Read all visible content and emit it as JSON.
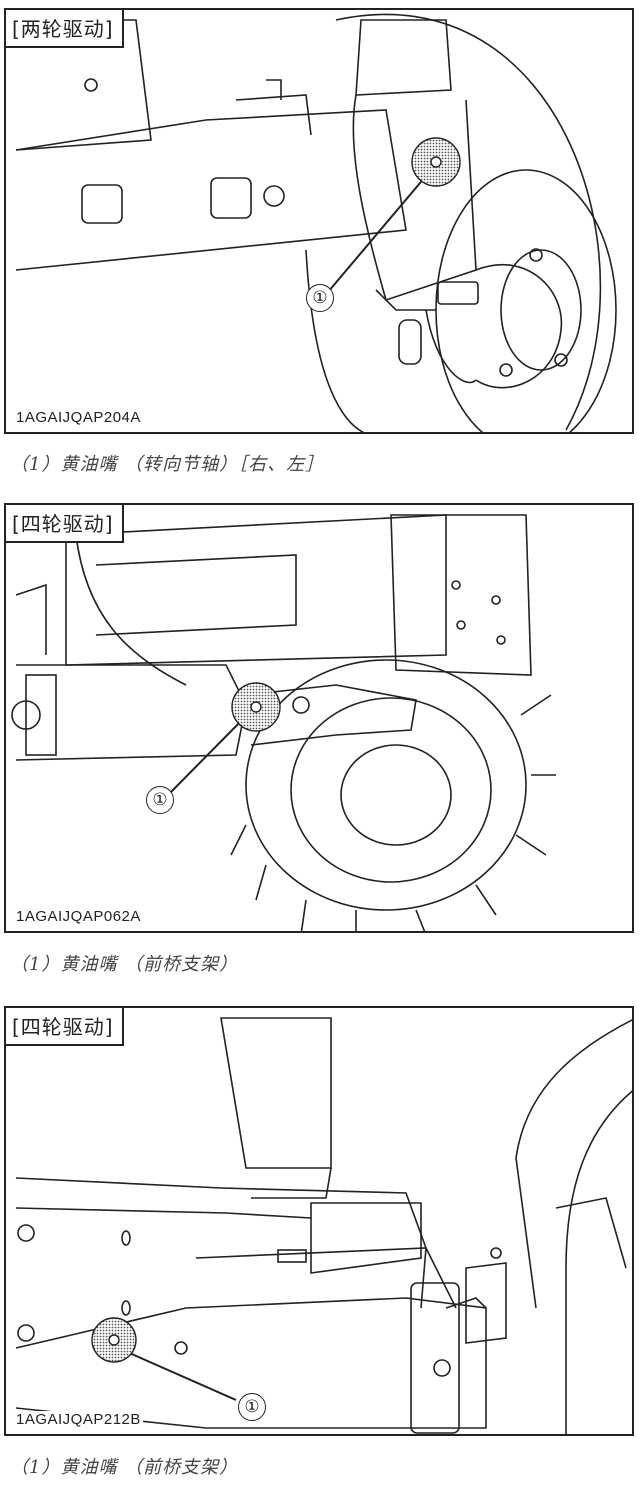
{
  "figures": [
    {
      "tag": "[两轮驱动]",
      "callout": "①",
      "code": "1AGAIJQAP204A",
      "caption": "（1）黄油嘴 （转向节轴）［右、左］"
    },
    {
      "tag": "[四轮驱动]",
      "callout": "①",
      "code": "1AGAIJQAP062A",
      "caption": "（1）黄油嘴 （前桥支架）"
    },
    {
      "tag": "[四轮驱动]",
      "callout": "①",
      "code": "1AGAIJQAP212B",
      "caption": "（1）黄油嘴 （前桥支架）"
    }
  ]
}
